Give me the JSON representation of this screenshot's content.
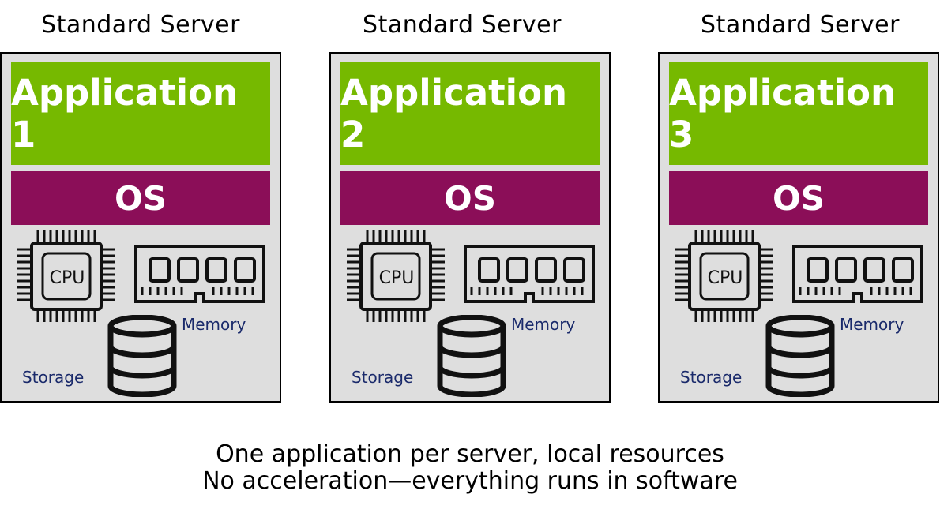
{
  "servers": [
    {
      "title": "Standard Server",
      "application": "Application 1",
      "os": "OS",
      "cpu": "CPU",
      "memory": "Memory",
      "storage": "Storage"
    },
    {
      "title": "Standard Server",
      "application": "Application 2",
      "os": "OS",
      "cpu": "CPU",
      "memory": "Memory",
      "storage": "Storage"
    },
    {
      "title": "Standard Server",
      "application": "Application 3",
      "os": "OS",
      "cpu": "CPU",
      "memory": "Memory",
      "storage": "Storage"
    }
  ],
  "caption": {
    "line1": "One application per server, local resources",
    "line2": "No acceleration—everything runs in software"
  },
  "colors": {
    "application": "#76b900",
    "os": "#8b0e58",
    "server_background": "#dedede",
    "hardware_label": "#1a2a6b"
  },
  "icons": [
    "cpu-chip-icon",
    "memory-module-icon",
    "database-storage-icon"
  ]
}
